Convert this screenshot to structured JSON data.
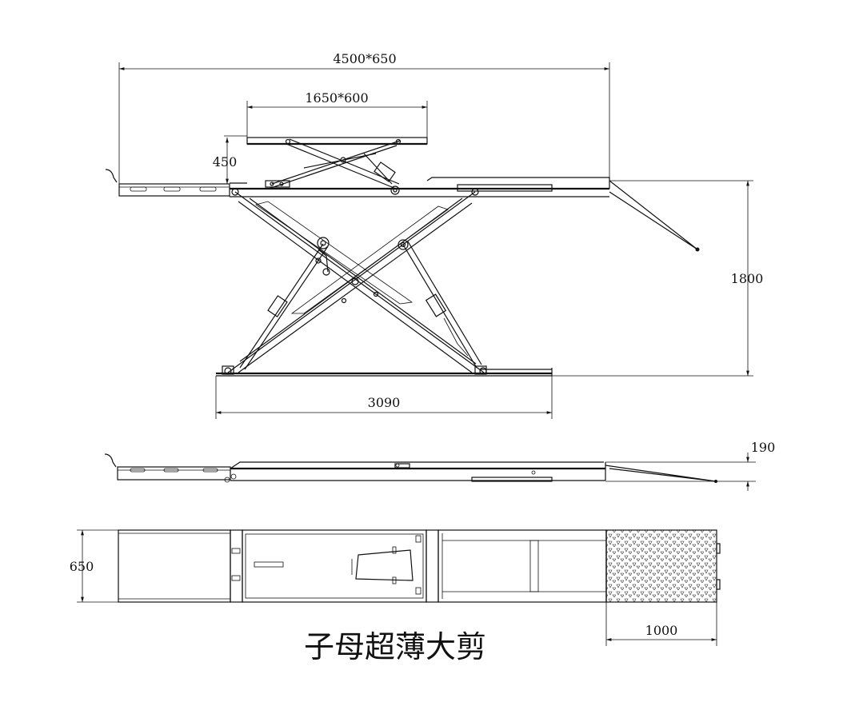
{
  "dimensions": {
    "overall_length": "4500*650",
    "sub_platform": "1650*600",
    "sub_lift_height": "450",
    "lift_height": "1800",
    "base_length": "3090",
    "closed_height": "190",
    "width": "650",
    "ramp_length": "1000"
  },
  "title": "子母超薄大剪"
}
